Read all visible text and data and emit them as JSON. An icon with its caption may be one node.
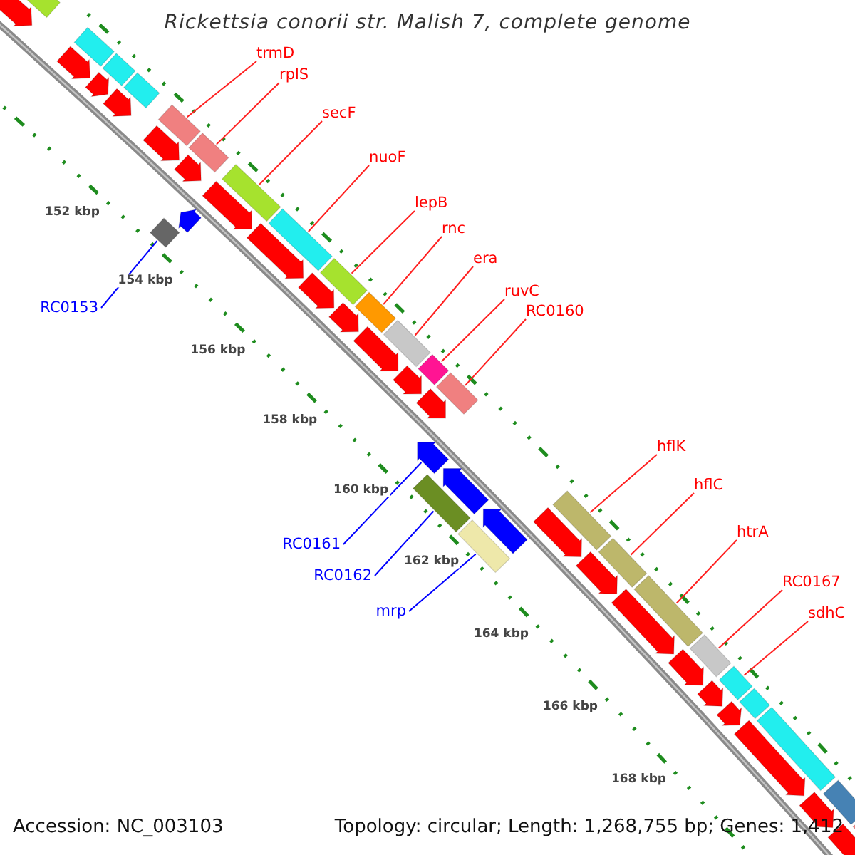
{
  "diagram": {
    "title": "Rickettsia conorii str. Malish 7, complete genome",
    "nodes": [
      {
        "text": [
          "trmD"
        ]
      },
      {
        "text": [
          "rplS"
        ]
      },
      {
        "text": [
          "secF"
        ]
      },
      {
        "text": [
          "nuoF"
        ]
      },
      {
        "text": [
          "lepB"
        ]
      },
      {
        "text": [
          "rnc"
        ]
      },
      {
        "text": [
          "era"
        ]
      },
      {
        "text": [
          "ruvC"
        ]
      },
      {
        "text": [
          "RC0153"
        ]
      },
      {
        "text": [
          "RC0160"
        ]
      },
      {
        "text": [
          "hflK"
        ]
      },
      {
        "text": [
          "hflC"
        ]
      },
      {
        "text": [
          "htrA"
        ]
      },
      {
        "text": [
          "RC0161"
        ]
      },
      {
        "text": [
          "RC0162"
        ]
      },
      {
        "text": [
          "RC0167"
        ]
      },
      {
        "text": [
          "mrp"
        ]
      },
      {
        "text": [
          "sdhC"
        ]
      },
      {
        "text": [],
        "shape": "bar"
      },
      {
        "text": [],
        "shape": "pentagon"
      },
      {
        "text": [],
        "shape": "bar"
      },
      {
        "text": [],
        "shape": "pentagon"
      },
      {
        "text": [],
        "shape": "bar"
      },
      {
        "text": [],
        "shape": "pentagon"
      },
      {
        "text": [],
        "shape": "pentagon"
      },
      {
        "text": [],
        "shape": "bar"
      },
      {
        "text": [],
        "shape": "bar"
      },
      {
        "text": [],
        "shape": "pentagon"
      },
      {
        "text": [],
        "shape": "bar"
      },
      {
        "text": [],
        "shape": "pentagon"
      },
      {
        "text": [],
        "shape": "bar"
      },
      {
        "text": [],
        "shape": "pentagon"
      },
      {
        "text": [],
        "shape": "pentagon"
      },
      {
        "text": [],
        "shape": "bar"
      },
      {
        "text": [],
        "shape": "pentagon"
      },
      {
        "text": [],
        "shape": "bar"
      },
      {
        "text": [],
        "shape": "pentagon"
      },
      {
        "text": [],
        "shape": "bar"
      },
      {
        "text": [],
        "shape": "pentagon"
      },
      {
        "text": [],
        "shape": "bar"
      },
      {
        "text": [],
        "shape": "pentagon"
      },
      {
        "text": [],
        "shape": "bar"
      },
      {
        "text": [],
        "shape": "pentagon"
      },
      {
        "text": [],
        "shape": "bar"
      },
      {
        "text": [],
        "shape": "pentagon"
      },
      {
        "text": [],
        "shape": "bar"
      },
      {
        "text": [],
        "shape": "pentagon"
      },
      {
        "text": [],
        "shape": "bar"
      },
      {
        "text": [],
        "shape": "pentagon"
      },
      {
        "text": [],
        "shape": "bar"
      },
      {
        "text": [],
        "shape": "pentagon"
      },
      {
        "text": [],
        "shape": "pentagon"
      },
      {
        "text": [],
        "shape": "bar"
      },
      {
        "text": [],
        "shape": "pentagon"
      },
      {
        "text": [],
        "shape": "bar"
      },
      {
        "text": [],
        "shape": "pentagon"
      },
      {
        "text": [],
        "shape": "bar"
      },
      {
        "text": [],
        "shape": "pentagon"
      },
      {
        "text": [],
        "shape": "bar"
      },
      {
        "text": [],
        "shape": "pentagon"
      },
      {
        "text": [],
        "shape": "bar"
      },
      {
        "text": [],
        "shape": "pentagon"
      },
      {
        "text": [],
        "shape": "bar"
      },
      {
        "text": [],
        "shape": "pentagon"
      },
      {
        "text": [],
        "shape": "bar"
      },
      {
        "text": [],
        "shape": "pentagon"
      },
      {
        "text": [],
        "shape": "bar"
      },
      {
        "text": [],
        "shape": "pentagon"
      },
      {
        "text": [],
        "shape": "bar"
      }
    ],
    "edges": [
      {
        "from": 0,
        "to": 26,
        "arrow": "none"
      },
      {
        "from": 1,
        "to": 28,
        "arrow": "none"
      },
      {
        "from": 2,
        "to": 33,
        "arrow": "none"
      },
      {
        "from": 3,
        "to": 35,
        "arrow": "none"
      },
      {
        "from": 4,
        "to": 37,
        "arrow": "none"
      },
      {
        "from": 5,
        "to": 39,
        "arrow": "none"
      },
      {
        "from": 6,
        "to": 41,
        "arrow": "none"
      },
      {
        "from": 7,
        "to": 43,
        "arrow": "none"
      },
      {
        "from": 8,
        "to": 30,
        "arrow": "none",
        "color": "#0000ff"
      },
      {
        "from": 9,
        "to": 45,
        "arrow": "none"
      },
      {
        "from": 10,
        "to": 52,
        "arrow": "none"
      },
      {
        "from": 11,
        "to": 54,
        "arrow": "none"
      },
      {
        "from": 12,
        "to": 56,
        "arrow": "none"
      },
      {
        "from": 13,
        "to": 46,
        "arrow": "none",
        "color": "#0000ff"
      },
      {
        "from": 14,
        "to": 47,
        "arrow": "none",
        "color": "#0000ff"
      },
      {
        "from": 15,
        "to": 58,
        "arrow": "none"
      },
      {
        "from": 16,
        "to": 49,
        "arrow": "none",
        "color": "#0000ff"
      },
      {
        "from": 17,
        "to": 60,
        "arrow": "none"
      }
    ],
    "labels": [
      "152 kbp",
      "154 kbp",
      "156 kbp",
      "158 kbp",
      "160 kbp",
      "162 kbp",
      "164 kbp",
      "166 kbp",
      "168 kbp",
      "Accession: NC_003103",
      "Topology: circular; Length: 1,268,755 bp; Genes: 1,412"
    ]
  }
}
